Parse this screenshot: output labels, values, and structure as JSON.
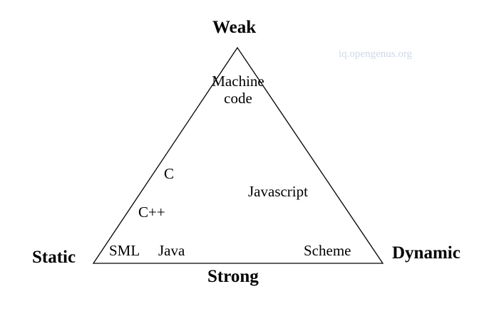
{
  "vertices": {
    "top": "Weak",
    "bottom": "Strong",
    "left": "Static",
    "right": "Dynamic"
  },
  "languages": {
    "machine_code_line1": "Machine",
    "machine_code_line2": "code",
    "c": "C",
    "cpp": "C++",
    "javascript": "Javascript",
    "sml": "SML",
    "java": "Java",
    "scheme": "Scheme"
  },
  "watermark": "iq.opengenus.org",
  "colors": {
    "line": "#000000",
    "text": "#000000",
    "watermark": "#cdd8ec"
  }
}
